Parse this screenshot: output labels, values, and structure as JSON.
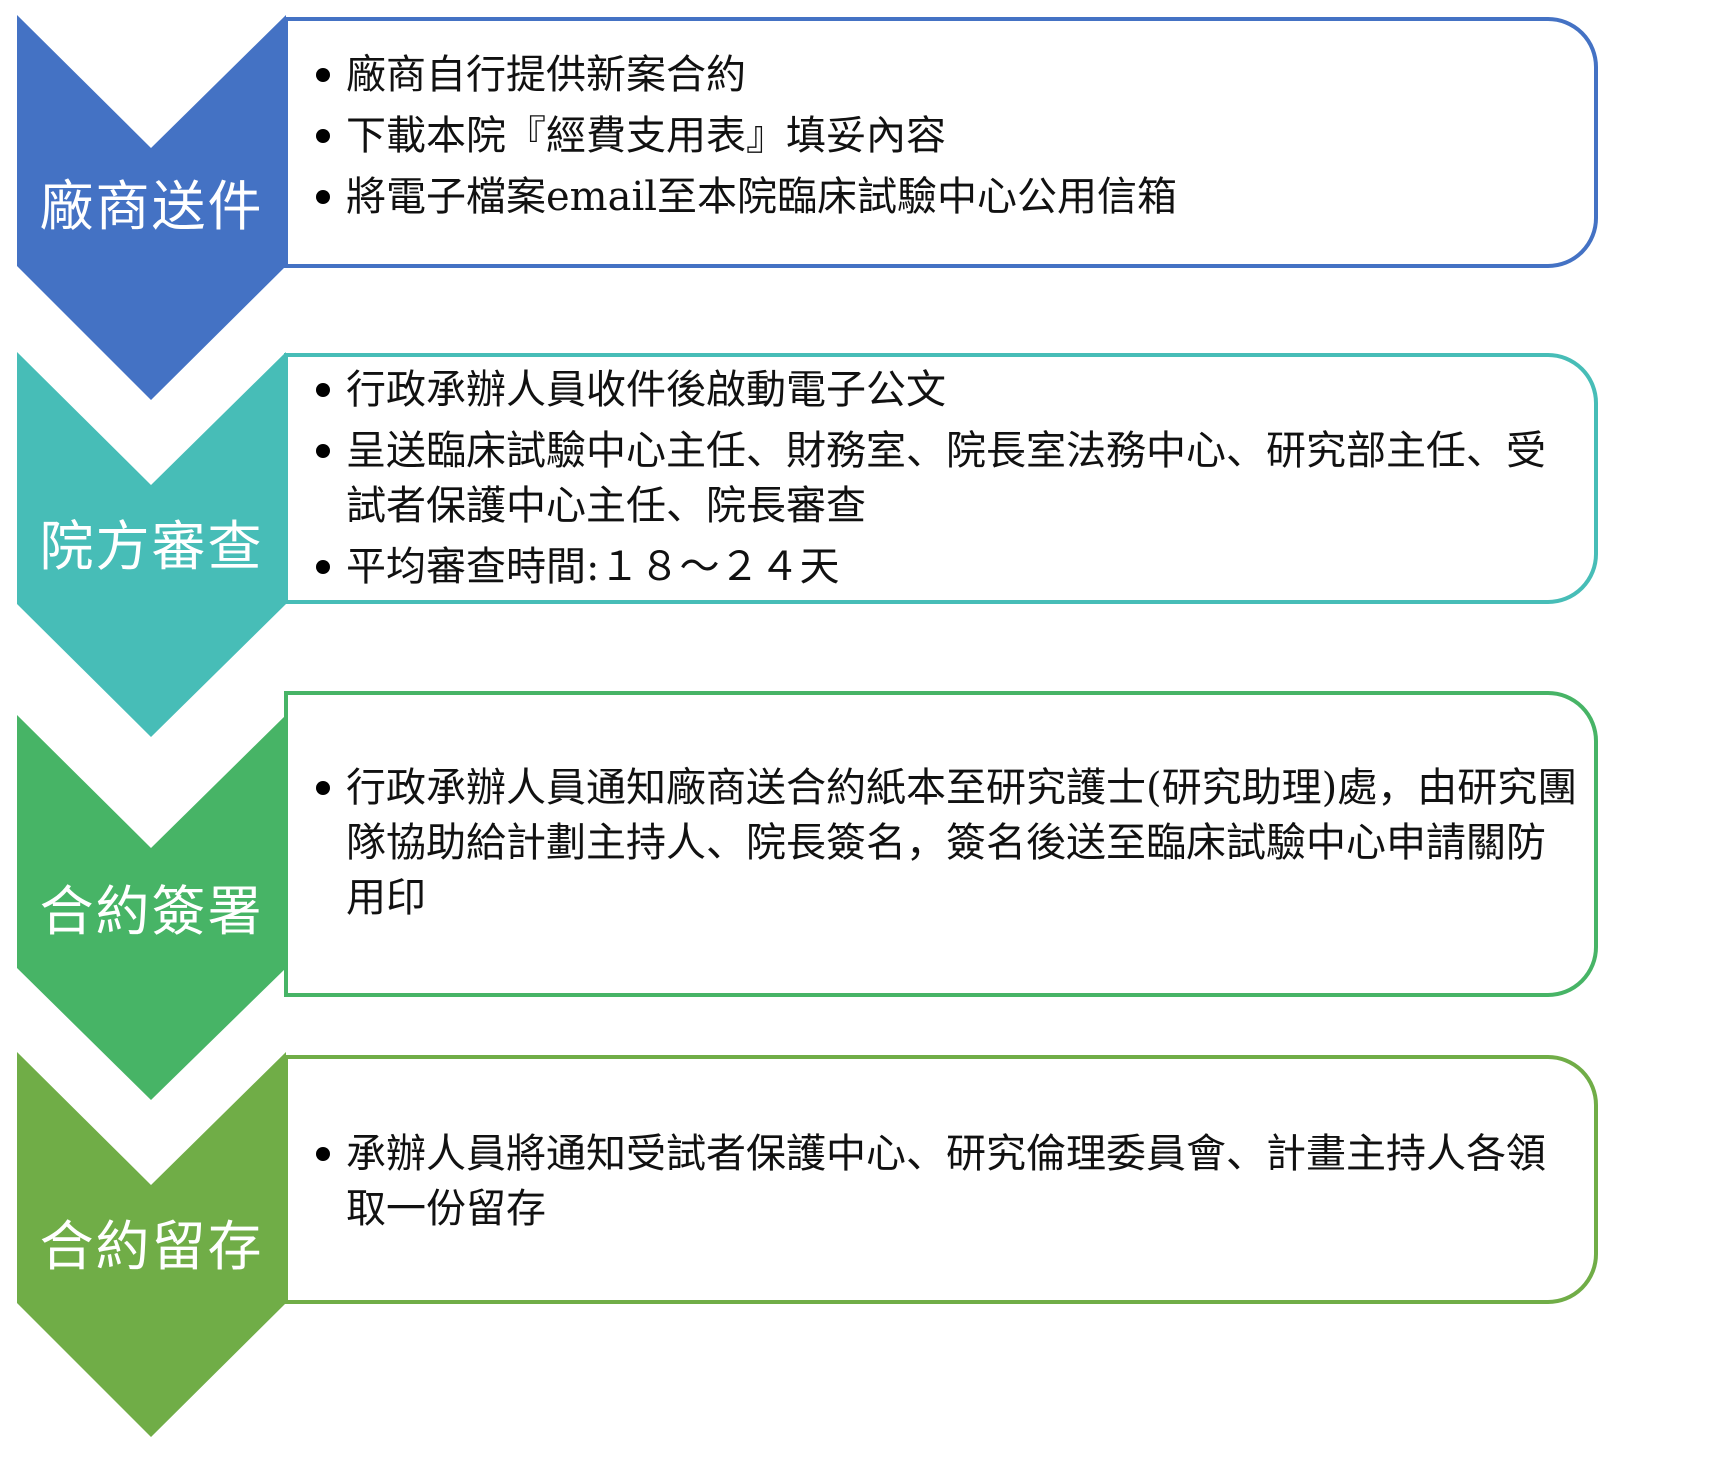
{
  "colors": {
    "step1": "#4472C4",
    "step2": "#47BDB7",
    "step3": "#47B466",
    "step4": "#70AD47",
    "text": "#111111",
    "label_text": "#FFFFFF"
  },
  "steps": [
    {
      "label": "廠商送件",
      "items": [
        "廠商自行提供新案合約",
        "下載本院『經費支用表』填妥內容",
        "將電子檔案email至本院臨床試驗中心公用信箱"
      ]
    },
    {
      "label": "院方審查",
      "items": [
        "行政承辦人員收件後啟動電子公文",
        "呈送臨床試驗中心主任、財務室、院長室法務中心、研究部主任、受試者保護中心主任、院長審查",
        "平均審查時間:１８～２４天"
      ]
    },
    {
      "label": "合約簽署",
      "items": [
        "行政承辦人員通知廠商送合約紙本至研究護士(研究助理)處，由研究團隊協助給計劃主持人、院長簽名，簽名後送至臨床試驗中心申請關防用印"
      ]
    },
    {
      "label": "合約留存",
      "items": [
        "承辦人員將通知受試者保護中心、研究倫理委員會、計畫主持人各領取一份留存"
      ]
    }
  ]
}
